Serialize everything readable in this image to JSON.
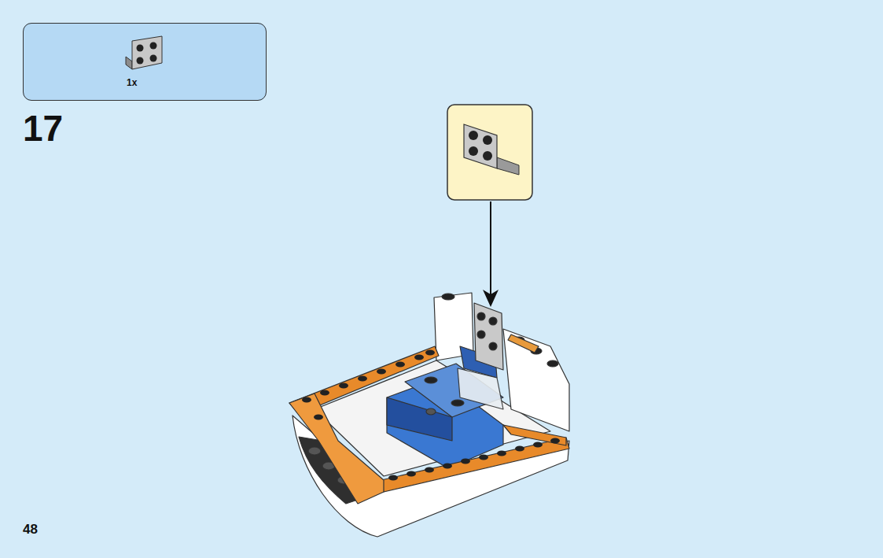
{
  "diagram": {
    "nodes": [
      {
        "text": [
          "1x"
        ]
      }
    ],
    "labels": [
      "17",
      "48"
    ]
  }
}
